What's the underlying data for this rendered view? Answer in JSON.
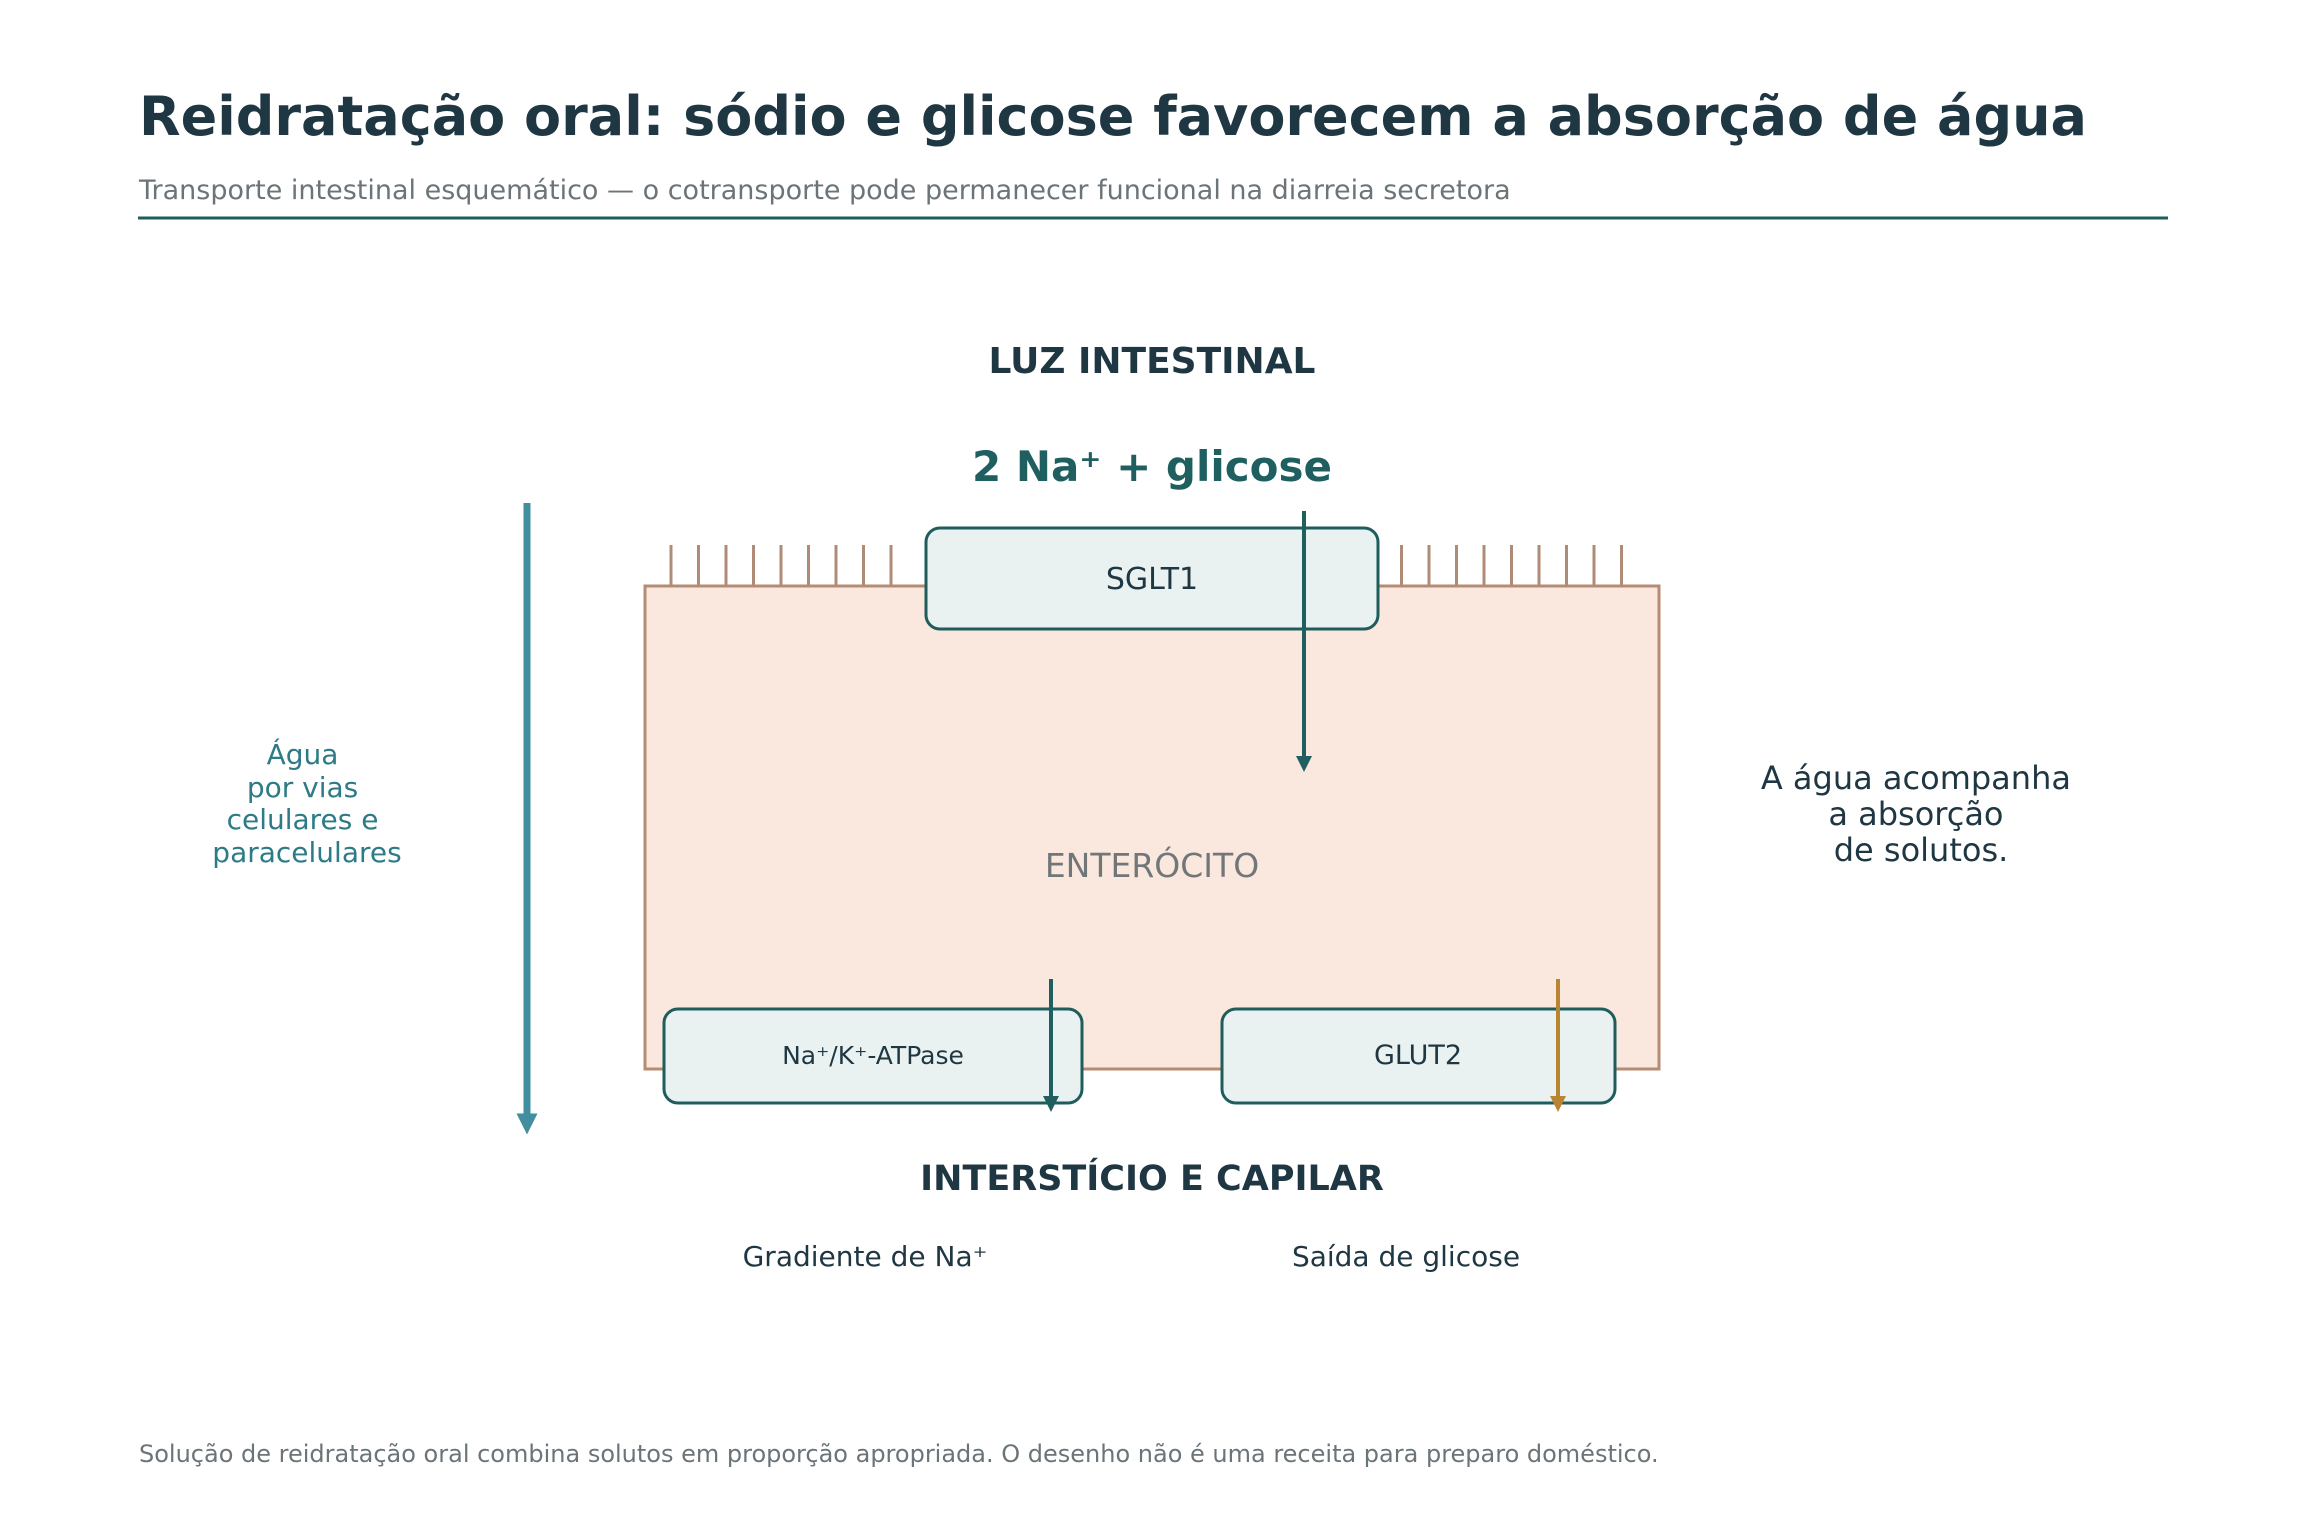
{
  "header": {
    "title": "Reidratação oral: sódio e glicose favorecem a absorção de água",
    "subtitle": "Transporte intestinal esquemático — o cotransporte pode permanecer funcional na diarreia secretora"
  },
  "diagram": {
    "lumen_label": "LUZ INTESTINAL",
    "solutes_label": "2 Na⁺ + glicose",
    "cell_label": "ENTERÓCITO",
    "transporters": {
      "apical": "SGLT1",
      "pump": "Na⁺/K⁺-ATPase",
      "basolateral": "GLUT2"
    },
    "interstitium_label": "INTERSTÍCIO E CAPILAR",
    "sodium_gradient_label": "Gradiente de Na⁺",
    "glucose_exit_label": "Saída de glicose",
    "water_path_label": [
      "Água",
      "por vias",
      "celulares e",
      "paracelulares"
    ],
    "water_note": [
      "A água acompanha",
      "a absorção",
      "de solutos."
    ]
  },
  "footer": {
    "note": "Solução de reidratação oral combina solutos em proporção apropriada. O desenho não é uma receita para preparo doméstico."
  },
  "colors": {
    "title": "#1f3743",
    "subtitle": "#6b7478",
    "rule": "#1f5c5c",
    "teal_dark": "#205f5f",
    "teal_light": "#428e9e",
    "water_text": "#2d7b86",
    "cell_fill": "#fae8de",
    "cell_stroke": "#b58b74",
    "microvilli": "#b08c78",
    "transporter_fill": "#e9f2f0",
    "transporter_stroke": "#1f5c5c",
    "glucose_arrow": "#b88532",
    "cell_text": "#717778"
  }
}
